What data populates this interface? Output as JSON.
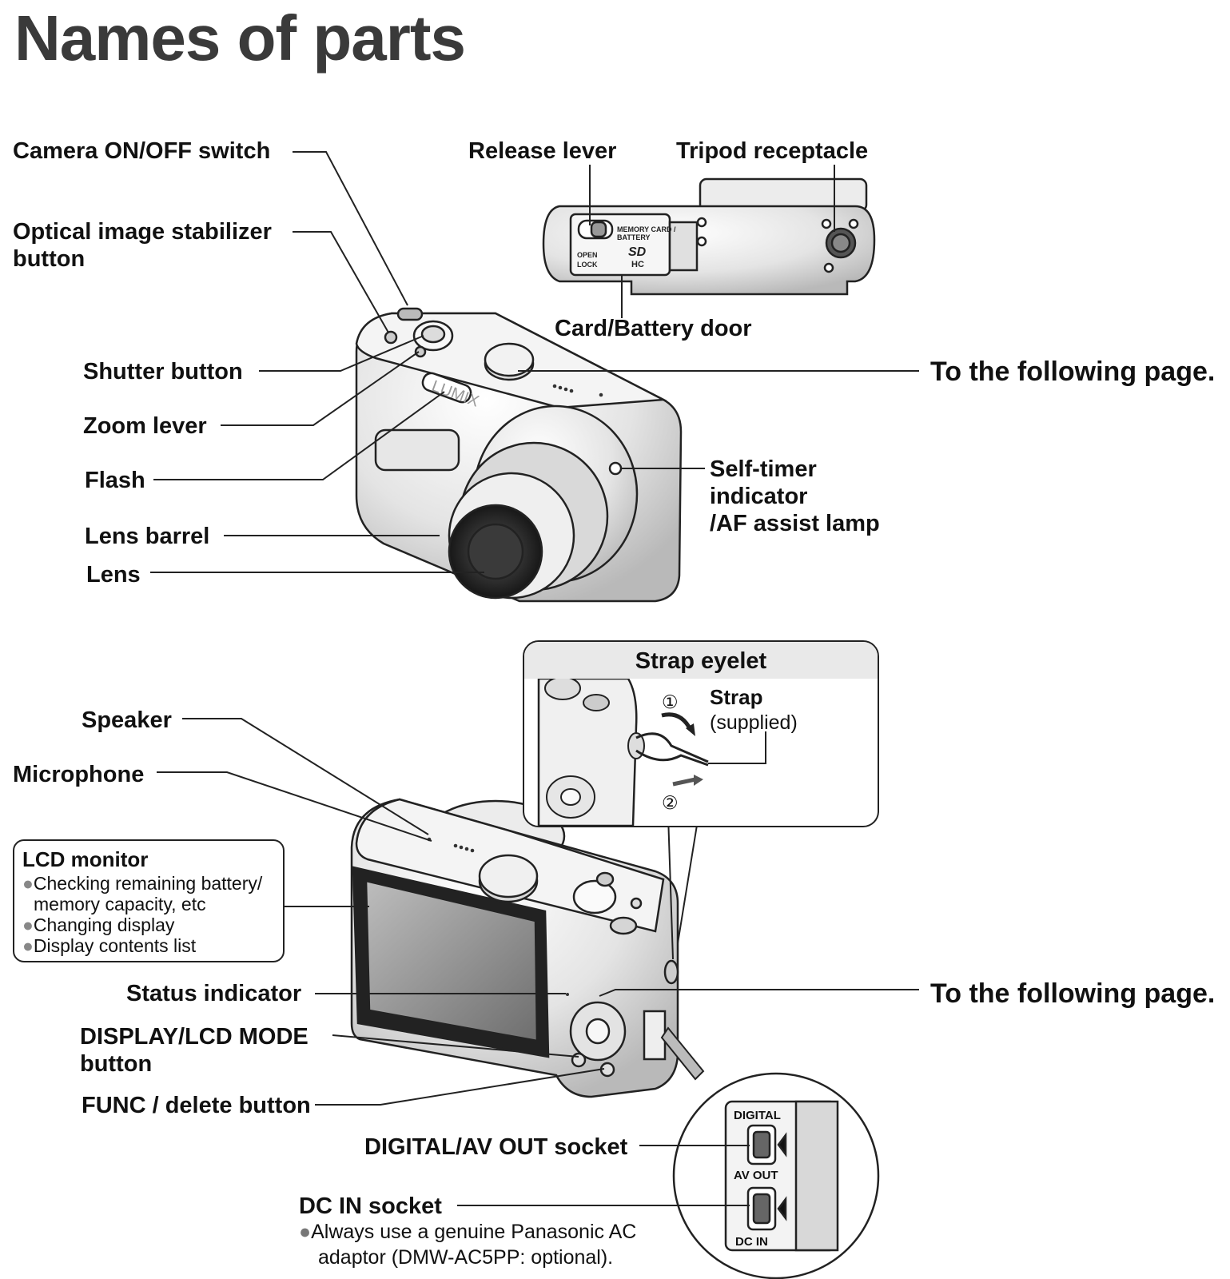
{
  "title": "Names of parts",
  "labels": {
    "on_off": "Camera ON/OFF switch",
    "ois_line1": "Optical image stabilizer",
    "ois_line2": "button",
    "release_lever": "Release lever",
    "tripod": "Tripod receptacle",
    "card_door": "Card/Battery door",
    "shutter": "Shutter button",
    "zoom": "Zoom lever",
    "flash": "Flash",
    "lens_barrel": "Lens barrel",
    "lens": "Lens",
    "self_timer_1": "Self-timer",
    "self_timer_2": "indicator",
    "self_timer_3": "/AF assist lamp",
    "following_1": "To the following page.",
    "following_2": "To the following page.",
    "speaker": "Speaker",
    "microphone": "Microphone",
    "status": "Status indicator",
    "display_1": "DISPLAY/LCD MODE",
    "display_2": "button",
    "func": "FUNC / delete button",
    "digital_socket": "DIGITAL/AV OUT socket",
    "dcin_socket": "DC IN socket",
    "dcin_note_1": "Always use a genuine Panasonic AC",
    "dcin_note_2": "adaptor (DMW-AC5PP: optional)."
  },
  "lcd_box": {
    "heading": "LCD monitor",
    "items": [
      "Checking remaining battery/",
      "memory capacity, etc",
      "Changing display",
      "Display contents list"
    ]
  },
  "strap_box": {
    "heading": "Strap eyelet",
    "strap": "Strap",
    "supplied": "(supplied)",
    "step1": "①",
    "step2": "②"
  },
  "camera_marks": {
    "brand": "LUMIX",
    "sd": "SD",
    "hc": "HC",
    "open": "OPEN",
    "lock": "LOCK",
    "memory": "MEMORY CARD /",
    "battery": "BATTERY"
  },
  "socket_labels": {
    "digital": "DIGITAL",
    "av_out": "AV OUT",
    "dc_in": "DC IN"
  }
}
